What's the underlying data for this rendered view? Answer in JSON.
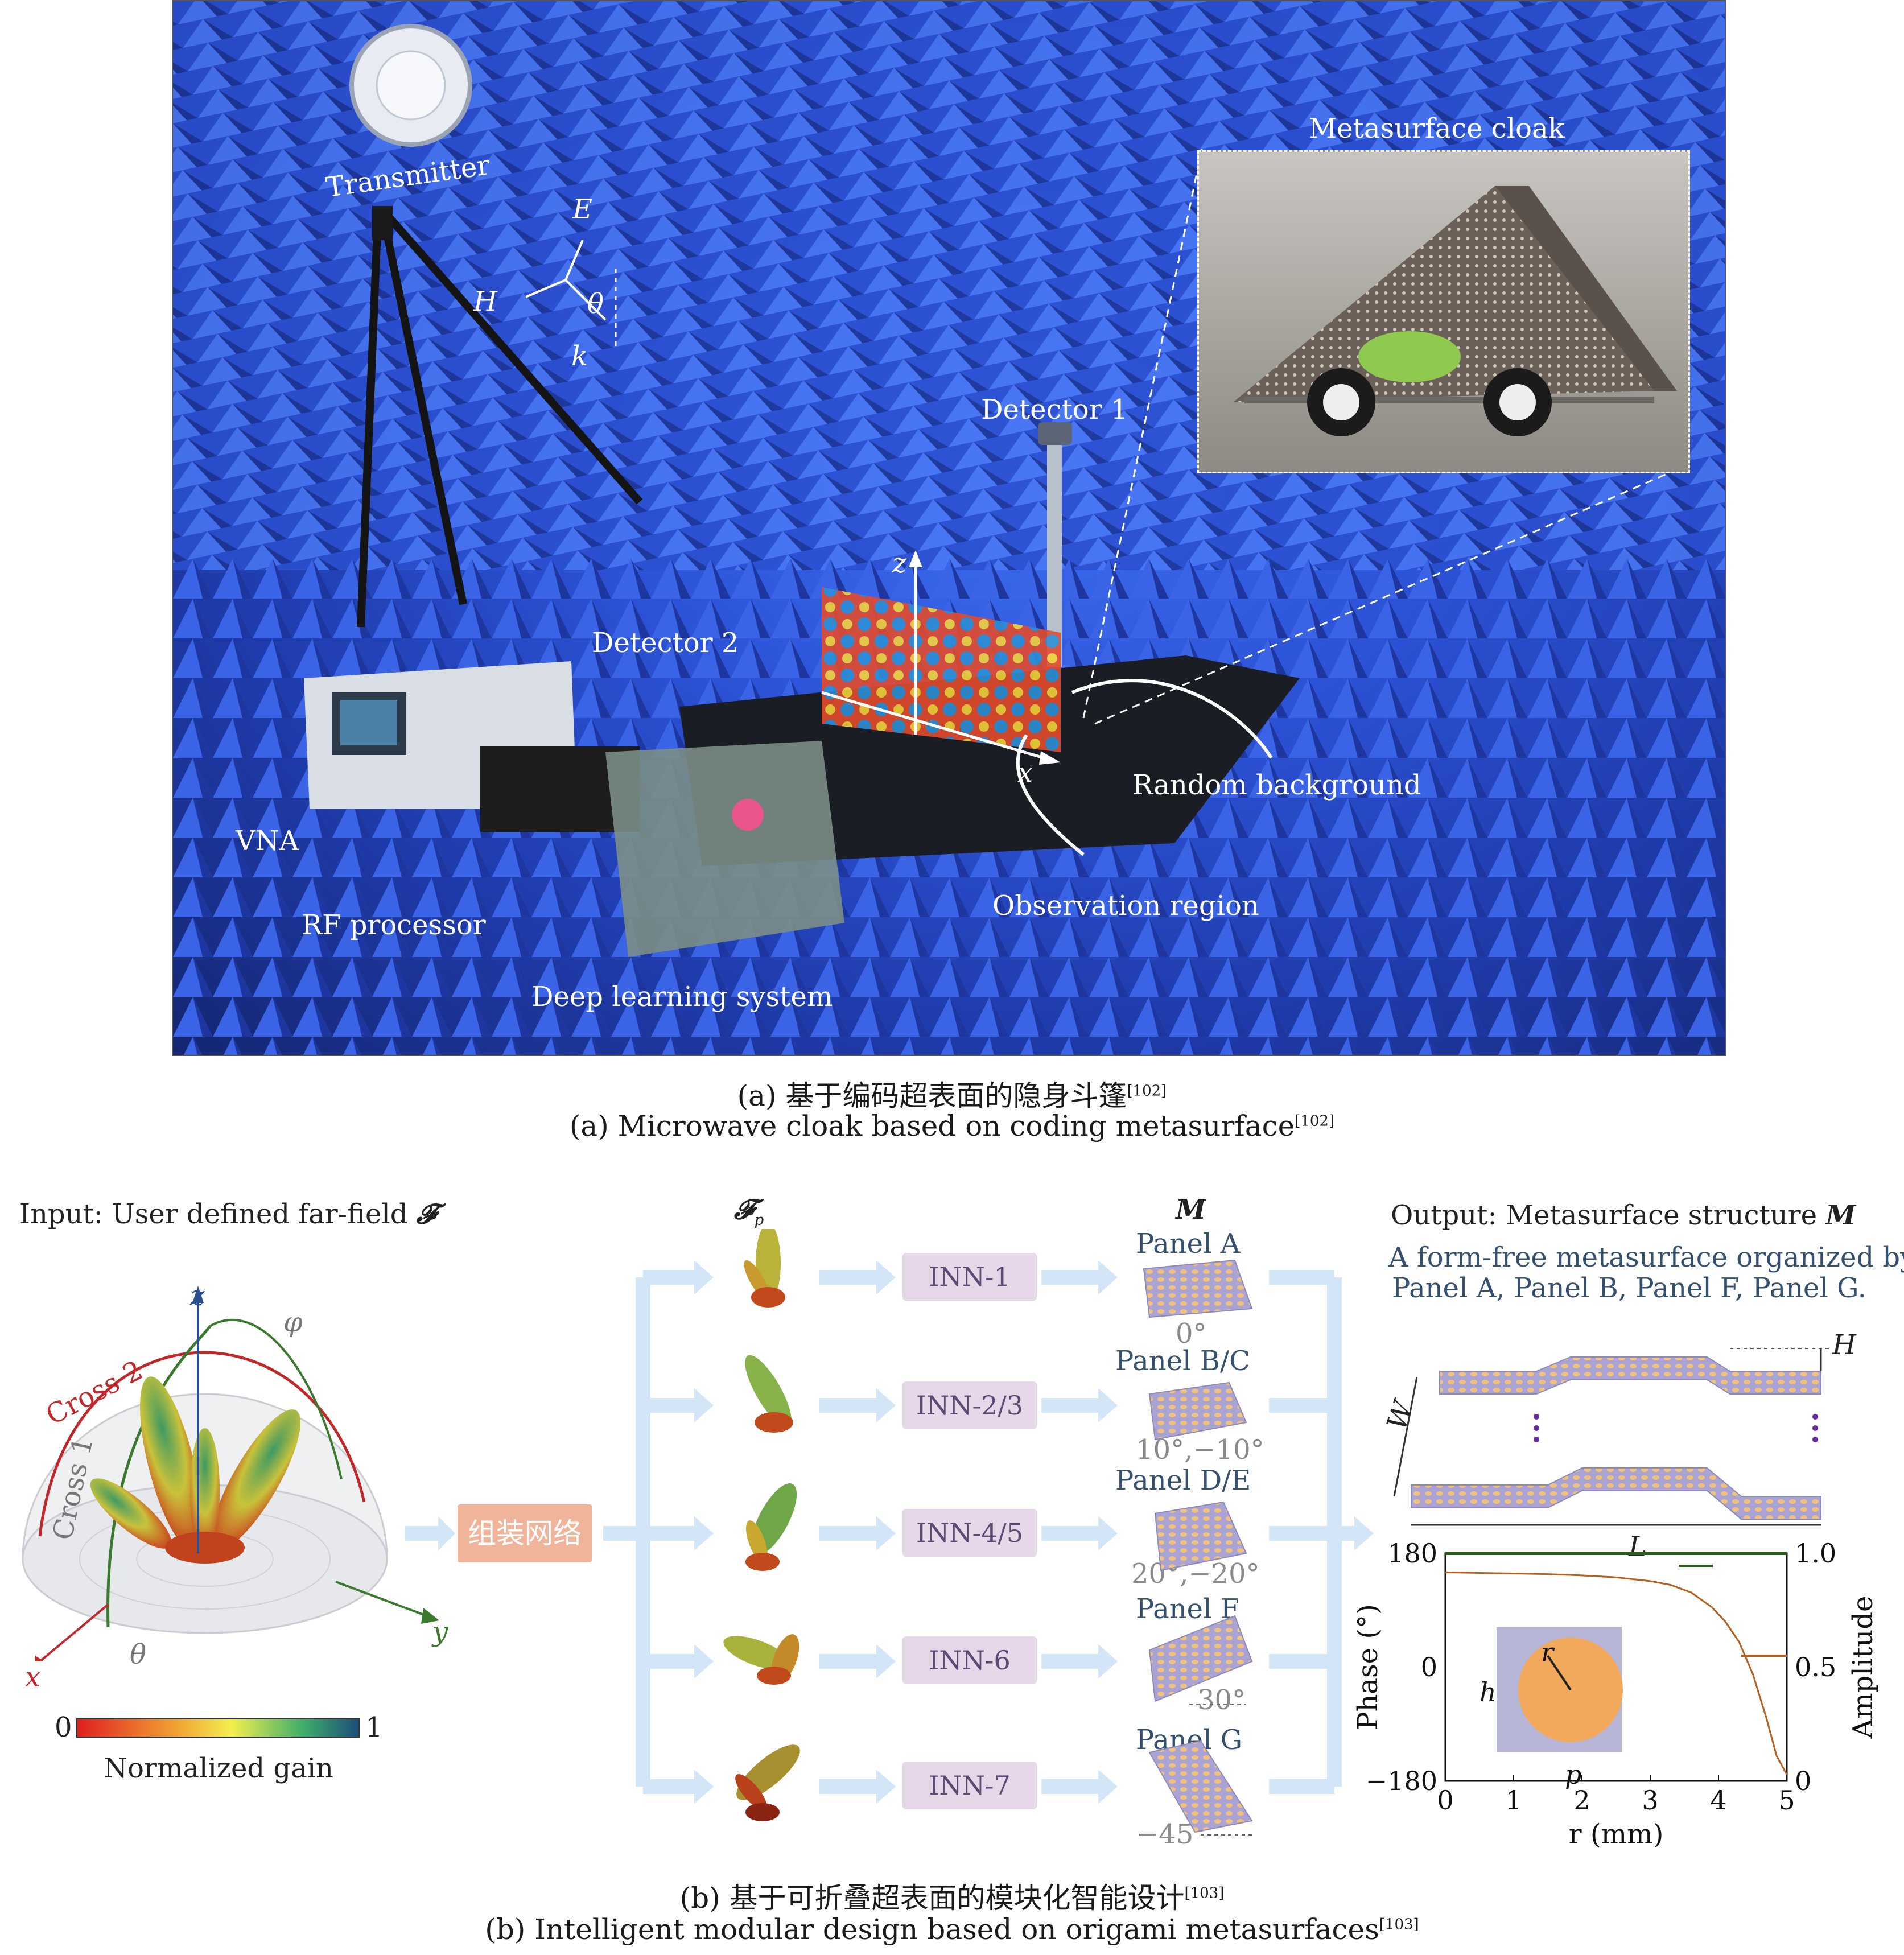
{
  "panel_a": {
    "labels": {
      "transmitter": "Transmitter",
      "metasurface_cloak": "Metasurface cloak",
      "detector1": "Detector 1",
      "detector2": "Detector 2",
      "random_background": "Random background",
      "observation_region": "Observation region",
      "vna": "VNA",
      "rf_processor": "RF processor",
      "deep_learning": "Deep learning system",
      "axis_z": "z",
      "axis_x": "x",
      "vec_E": "E",
      "vec_H": "H",
      "vec_k": "k",
      "theta": "θ"
    },
    "caption_cn": "(a) 基于编码超表面的隐身斗篷",
    "caption_en": "(a) Microwave cloak based on coding metasurface",
    "ref": "[102]"
  },
  "panel_b": {
    "input_title": "Input: User defined far-field",
    "input_symbol": "𝓕",
    "axes": {
      "z": "z",
      "x": "x",
      "y": "y",
      "phi": "φ",
      "theta": "θ"
    },
    "cross1": "Cross 1",
    "cross2": "Cross 2",
    "colorbar": {
      "min": "0",
      "max": "1",
      "label": "Normalized gain"
    },
    "assemble_net": "组装网络",
    "fp_symbol": "𝓕",
    "fp_sub": "p",
    "m_symbol": "M",
    "inn": [
      "INN-1",
      "INN-2/3",
      "INN-4/5",
      "INN-6",
      "INN-7"
    ],
    "panels": [
      {
        "name": "Panel A",
        "angle": "0°"
      },
      {
        "name": "Panel B/C",
        "angle": "10°,−10°"
      },
      {
        "name": "Panel D/E",
        "angle": "20°,−20°"
      },
      {
        "name": "Panel F",
        "angle": "30°"
      },
      {
        "name": "Panel G",
        "angle": "−45°"
      }
    ],
    "output_title": "Output: Metasurface structure",
    "output_symbol": "M",
    "output_desc_1": "A form-free metasurface organized by",
    "output_desc_2": "Panel A, Panel B, Panel F, Panel G.",
    "dims": {
      "H": "H",
      "W": "W",
      "L": "L"
    },
    "caption_cn": "(b) 基于可折叠超表面的模块化智能设计",
    "caption_en": "(b) Intelligent modular design based on origami metasurfaces",
    "ref": "[103]"
  },
  "chart_data": {
    "type": "line",
    "xlabel": "r (mm)",
    "ylabel_left": "Phase (°)",
    "ylabel_right": "Amplitude",
    "xlim": [
      0,
      5
    ],
    "ylim_left": [
      -180,
      180
    ],
    "ylim_right": [
      0,
      1.0
    ],
    "x_ticks": [
      "0",
      "1",
      "2",
      "3",
      "4",
      "5"
    ],
    "y_left_ticks": [
      "180",
      "0",
      "−180"
    ],
    "y_right_ticks": [
      "1.0",
      "0.5",
      "0"
    ],
    "inset_labels": {
      "h": "h",
      "r": "r",
      "p": "p"
    },
    "series": [
      {
        "axis": "right",
        "color": "#2f5e1e",
        "x": [
          0,
          1,
          2,
          3,
          4,
          5
        ],
        "y": [
          1.0,
          1.0,
          1.0,
          1.0,
          1.0,
          1.0
        ]
      },
      {
        "axis": "left",
        "color": "#b3621f",
        "x": [
          0,
          0.5,
          1,
          1.5,
          2,
          2.5,
          3,
          3.3,
          3.6,
          3.9,
          4.1,
          4.3,
          4.5,
          4.7,
          4.85,
          5.0
        ],
        "y": [
          150,
          149,
          148,
          147,
          145,
          142,
          136,
          130,
          118,
          95,
          72,
          40,
          -10,
          -80,
          -140,
          -170
        ]
      }
    ]
  }
}
